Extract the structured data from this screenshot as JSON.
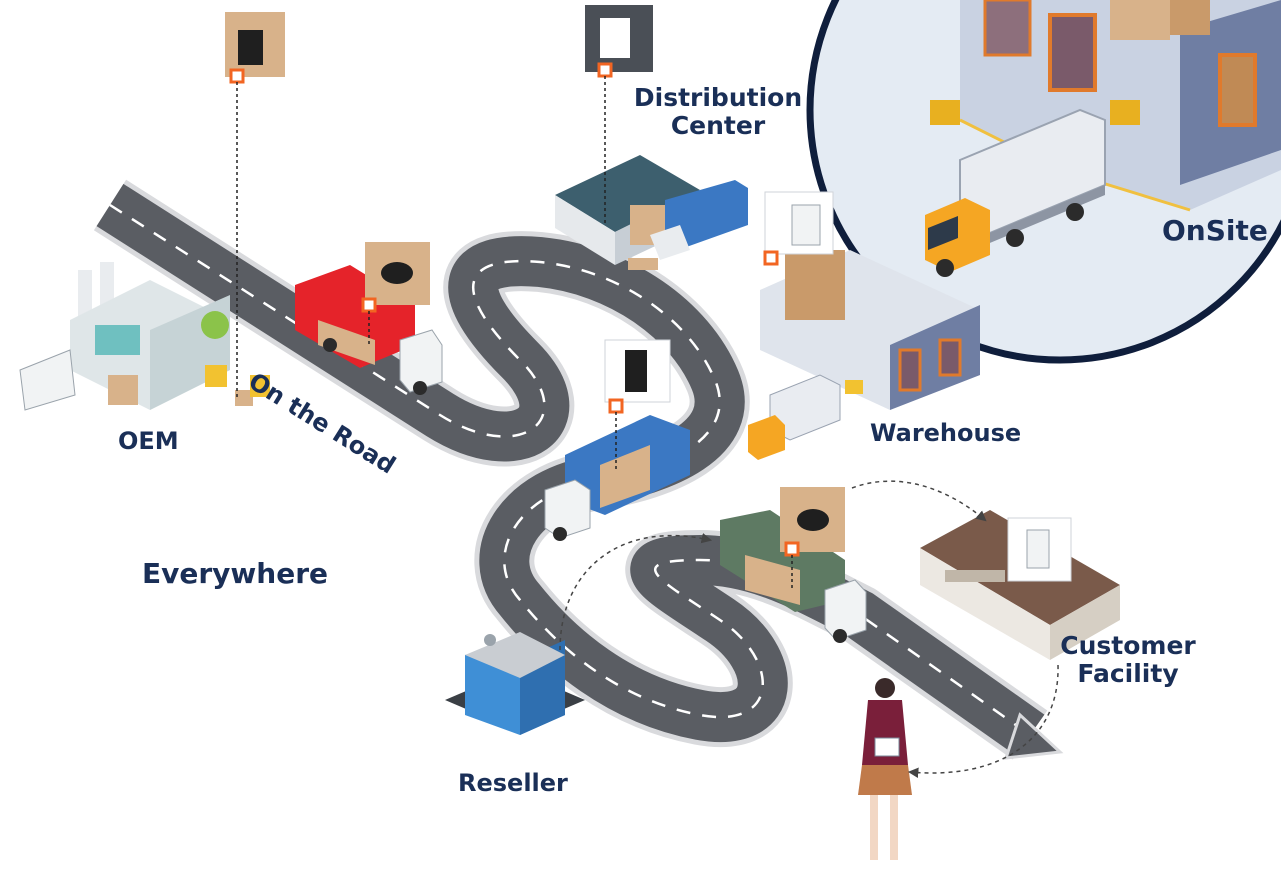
{
  "labels": {
    "distribution_line1": "Distribution",
    "distribution_line2": "Center",
    "onsite": "OnSite",
    "oem": "OEM",
    "on_the_road": "On the Road",
    "warehouse": "Warehouse",
    "everywhere": "Everywhere",
    "customer_line1": "Customer",
    "customer_line2": "Facility",
    "reseller": "Reseller"
  },
  "colors": {
    "label_text": "#1a2f57",
    "road": "#5a5d63",
    "road_edge": "#d9dadd",
    "road_dash": "#ffffff",
    "tag_marker": "#f26522",
    "onsite_ring": "#0f1e3c",
    "red_truck": "#e5232a",
    "blue_truck": "#3b78c3",
    "green_truck": "#5e7a63",
    "cargo_box": "#d8b28a",
    "warehouse_wall": "#6f7ea3",
    "building_glass": "#3f8fd6"
  },
  "icons": [
    "tracker-device-icon",
    "wall-gateway-icon",
    "cardboard-box-icon",
    "truck-icon",
    "factory-icon",
    "warehouse-icon",
    "person-with-tablet-icon"
  ]
}
